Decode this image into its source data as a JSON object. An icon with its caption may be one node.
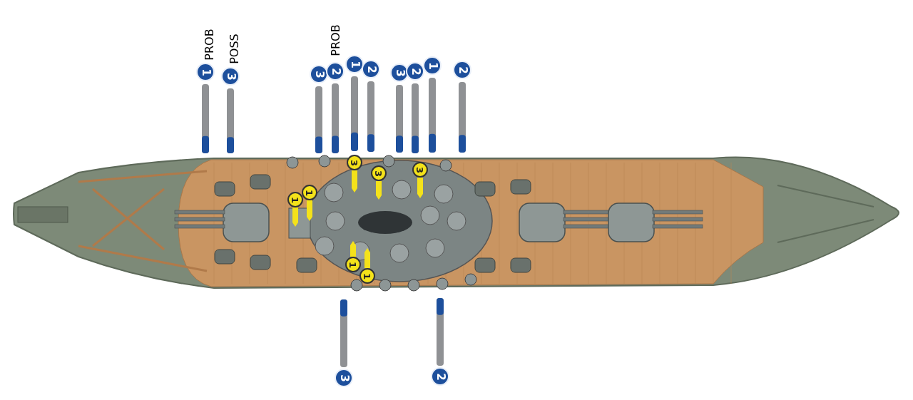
{
  "diagram": {
    "nodes": [
      {
        "text": [
          "1"
        ],
        "beside": [
          "PROB"
        ]
      },
      {
        "text": [
          "3"
        ],
        "beside": [
          "POSS"
        ]
      },
      {
        "text": [
          "3"
        ]
      },
      {
        "text": [
          "2"
        ]
      },
      {
        "text": [
          "1"
        ]
      },
      {
        "text": [
          "2"
        ]
      },
      {
        "text": [
          "3"
        ]
      },
      {
        "text": [
          "2"
        ]
      },
      {
        "text": [
          "1"
        ]
      },
      {
        "text": [
          "2"
        ]
      },
      {
        "text": [
          "3"
        ]
      },
      {
        "text": [
          "3"
        ]
      },
      {
        "text": [
          "3"
        ]
      },
      {
        "text": [
          "1"
        ]
      },
      {
        "text": [
          "1"
        ]
      },
      {
        "text": [
          "1"
        ]
      },
      {
        "text": [
          "1"
        ]
      },
      {
        "text": [
          "3"
        ]
      },
      {
        "text": [
          "2"
        ]
      }
    ],
    "labels": [
      "PROB"
    ]
  }
}
